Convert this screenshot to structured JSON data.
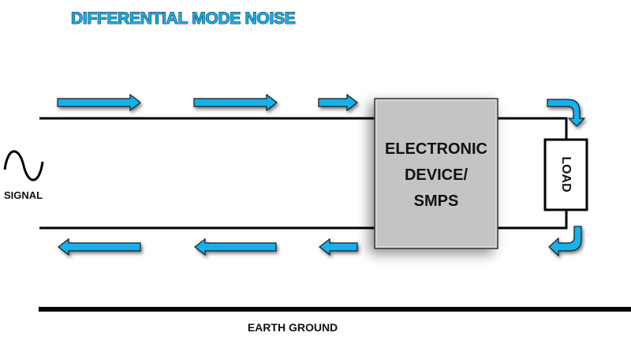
{
  "diagram": {
    "title": "DIFFERENTIAL MODE NOISE",
    "signal": {
      "label": "SIGNAL",
      "icon": "sine-wave-icon"
    },
    "device": {
      "lines": [
        "ELECTRONIC",
        "DEVICE/",
        "SMPS"
      ]
    },
    "load": {
      "label": "LOAD"
    },
    "ground": {
      "label": "EARTH GROUND"
    },
    "arrows": {
      "top_direction": "right",
      "bottom_direction": "left",
      "count_per_line": 3,
      "load_arrows": [
        "curved-down",
        "curved-left"
      ]
    },
    "colors": {
      "title": "#1aaee8",
      "arrow": "#12b0ec",
      "device_fill": "#c4c4c4",
      "wire": "#000000"
    }
  }
}
